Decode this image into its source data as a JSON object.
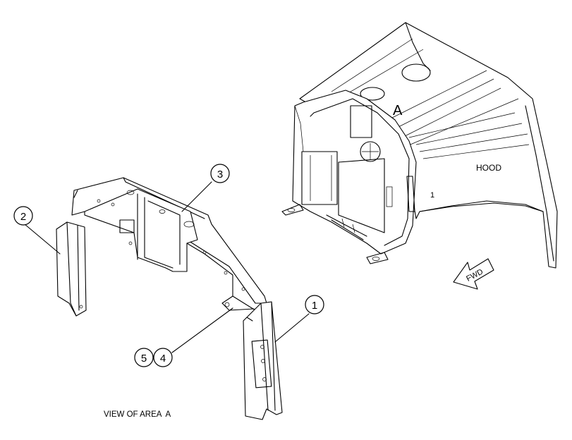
{
  "diagram": {
    "area_letter": "A",
    "hood_label": "HOOD",
    "hood_mark": "1",
    "fwd_label": "FWD",
    "view_caption": "VIEW OF AREA  A",
    "callouts": [
      "1",
      "2",
      "3",
      "4",
      "5"
    ]
  },
  "colors": {
    "line": "#000000",
    "background": "#ffffff"
  }
}
